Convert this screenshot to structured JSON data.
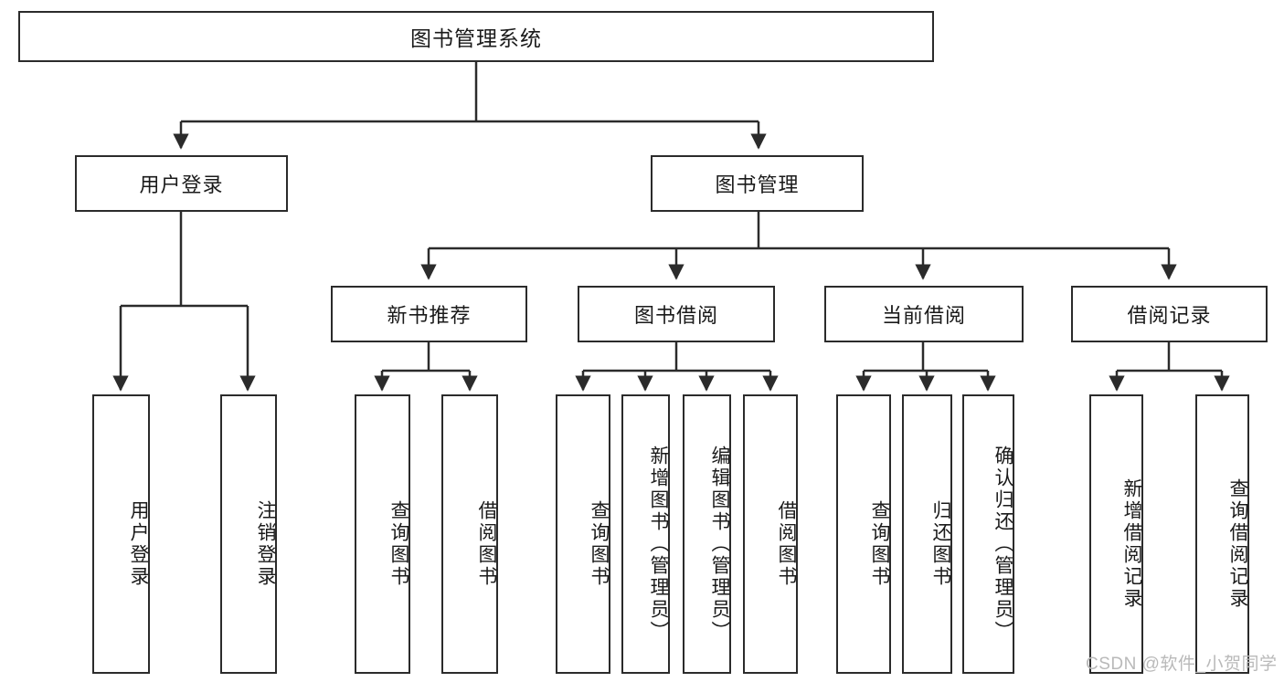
{
  "diagram": {
    "title": "图书管理系统",
    "root": {
      "label": "图书管理系统"
    },
    "level2": [
      {
        "label": "用户登录"
      },
      {
        "label": "图书管理"
      }
    ],
    "level3": [
      {
        "label": "新书推荐"
      },
      {
        "label": "图书借阅"
      },
      {
        "label": "当前借阅"
      },
      {
        "label": "借阅记录"
      }
    ],
    "leaves": {
      "user_login": [
        {
          "label": "用户登录"
        },
        {
          "label": "注销登录"
        }
      ],
      "new_book_recommend": [
        {
          "label": "查询图书"
        },
        {
          "label": "借阅图书"
        }
      ],
      "book_borrow": [
        {
          "label": "查询图书"
        },
        {
          "label": "新增图书（管理员）"
        },
        {
          "label": "编辑图书（管理员）"
        },
        {
          "label": "借阅图书"
        }
      ],
      "current_borrow": [
        {
          "label": "查询图书"
        },
        {
          "label": "归还图书"
        },
        {
          "label": "确认归还（管理员）"
        }
      ],
      "borrow_record": [
        {
          "label": "新增借阅记录"
        },
        {
          "label": "查询借阅记录"
        }
      ]
    },
    "watermark": "CSDN @软件_小贺同学",
    "colors": {
      "stroke": "#2b2b2b",
      "fill": "#ffffff",
      "text": "#1a1a1a",
      "watermark": "#b9b9b9"
    }
  }
}
